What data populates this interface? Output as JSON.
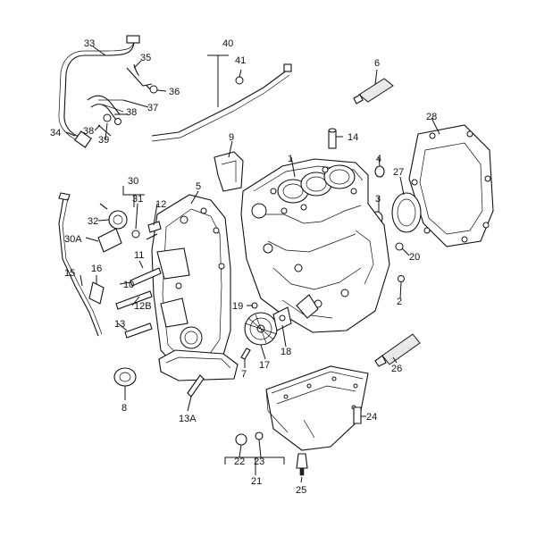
{
  "diagram": {
    "callouts": {
      "c1": "1",
      "c2": "2",
      "c3": "3",
      "c4": "4",
      "c5": "5",
      "c6": "6",
      "c7": "7",
      "c8": "8",
      "c9": "9",
      "c10": "10",
      "c11": "11",
      "c12": "12",
      "c12b": "12B",
      "c13": "13",
      "c13a": "13A",
      "c14": "14",
      "c15": "15",
      "c16": "16",
      "c17": "17",
      "c18": "18",
      "c19": "19",
      "c20": "20",
      "c21": "21",
      "c22": "22",
      "c23": "23",
      "c24": "24",
      "c25": "25",
      "c26": "26",
      "c27": "27",
      "c28": "28",
      "c30": "30",
      "c30a": "30A",
      "c31": "31",
      "c32": "32",
      "c33": "33",
      "c34": "34",
      "c35": "35",
      "c36": "36",
      "c37": "37",
      "c38a": "38",
      "c38b": "38",
      "c39": "39",
      "c40": "40",
      "c41": "41"
    }
  }
}
